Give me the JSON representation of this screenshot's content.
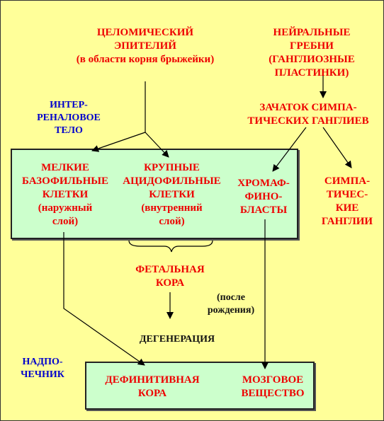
{
  "coelomic": [
    "ЦЕЛОМИЧЕСКИЙ",
    "ЭПИТЕЛИЙ",
    "(в области корня брыжейки)"
  ],
  "neural_crest": [
    "НЕЙРАЛЬНЫЕ",
    "ГРЕБНИ",
    "(ГАНГЛИОЗНЫЕ",
    "ПЛАСТИНКИ)"
  ],
  "interrenal": [
    "ИНТЕР-",
    "РЕНАЛОВОЕ",
    "ТЕЛО"
  ],
  "symp_primordium": [
    "ЗАЧАТОК  СИМПА-",
    "ТИЧЕСКИХ  ГАНГЛИЕВ"
  ],
  "small_cells": [
    "МЕЛКИЕ",
    "БАЗОФИЛЬНЫЕ",
    "КЛЕТКИ",
    "(наружный",
    "слой)"
  ],
  "large_cells": [
    "КРУПНЫЕ",
    "АЦИДОФИЛЬНЫЕ",
    "КЛЕТКИ",
    "(внутренний",
    "слой)"
  ],
  "chromaffin": [
    "ХРОМАФ-",
    "ФИНО-",
    "БЛАСТЫ"
  ],
  "symp_ganglia": [
    "СИМПА-",
    "ТИЧЕС-",
    "КИЕ",
    "ГАНГЛИИ"
  ],
  "fetal_cortex": [
    "ФЕТАЛЬНАЯ",
    "КОРА"
  ],
  "after_birth": [
    "(после",
    "рождения)"
  ],
  "degeneration": "ДЕГЕНЕРАЦИЯ",
  "adrenal": [
    "НАДПО-",
    "ЧЕЧНИК"
  ],
  "definitive_cortex": [
    "ДЕФИНИТИВНАЯ",
    "КОРА"
  ],
  "medulla": [
    "МОЗГОВОЕ",
    "ВЕЩЕСТВО"
  ]
}
